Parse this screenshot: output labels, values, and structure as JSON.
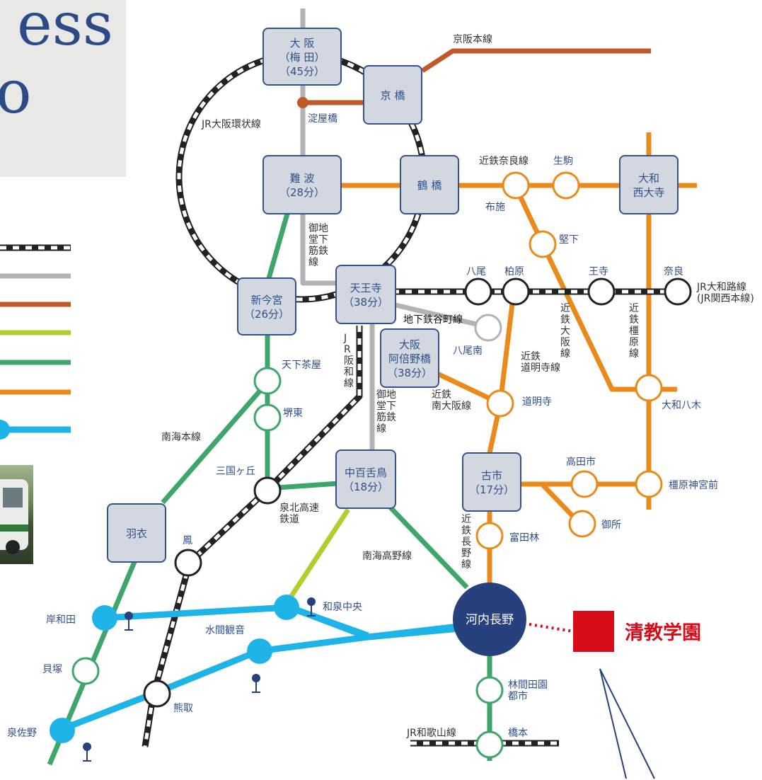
{
  "header": {
    "line1": "ess",
    "line2": "o"
  },
  "colors": {
    "jr": "#222222",
    "subway": "#b3b3b3",
    "keihan": "#c0592a",
    "senboku": "#b5cc2e",
    "nankai": "#3ea56b",
    "kintetsu": "#ea8a1a",
    "bus": "#1eb4e8",
    "destination": "#d70c18",
    "hub": "#27417f",
    "station_text": "#2f4f8a",
    "box_fill": "#d3d8e0",
    "box_border": "#34538d"
  },
  "legend_swatches": [
    "jr",
    "subway",
    "keihan",
    "senboku",
    "nankai",
    "kintetsu",
    "bus"
  ],
  "boxes": {
    "osaka": [
      "大 阪",
      "（梅 田）",
      "（45分）"
    ],
    "kyobashi": [
      "京 橋"
    ],
    "namba": [
      "難 波",
      "（28分）"
    ],
    "tsuruhashi": [
      "鶴 橋"
    ],
    "yamato_saidaiji": [
      "大和",
      "西大寺"
    ],
    "tennoji": [
      "天王寺",
      "（38分）"
    ],
    "shinimamiya": [
      "新今宮",
      "（26分）"
    ],
    "abeno": [
      "大阪",
      "阿倍野橋",
      "（38分）"
    ],
    "nakamozu": [
      "中百舌鳥",
      "（18分）"
    ],
    "furuichi": [
      "古市",
      "（17分）"
    ],
    "hagoromo": [
      "羽衣"
    ]
  },
  "hub": {
    "label": "河内長野"
  },
  "destination": {
    "label": "清教学園"
  },
  "stations": {
    "yodoyabashi": "淀屋橋",
    "ikoma": "生駒",
    "fuse": "布施",
    "kataShita": "堅下",
    "yao": "八尾",
    "kashiwara": "柏原",
    "oji": "王寺",
    "nara": "奈良",
    "yaominami": "八尾南",
    "domyoji": "道明寺",
    "yamato_yagi": "大和八木",
    "tengachaya": "天下茶屋",
    "sakaihigashi": "堺東",
    "mikunigaoka": "三国ヶ丘",
    "takadashi": "高田市",
    "kashiharajingumae": "橿原神宮前",
    "gose": "御所",
    "tondabayashi": "富田林",
    "otori": "鳳",
    "izumichuo": "和泉中央",
    "kishiwada": "岸和田",
    "mizumakannon": "水間観音",
    "kaizuka": "貝塚",
    "kumatori": "熊取",
    "izumisano": "泉佐野",
    "rinkan": "林間田園\n都市",
    "hashimoto": "橋本"
  },
  "lines": {
    "keihan": "京阪本線",
    "loop": "JR大阪環状線",
    "kintetsu_nara": "近鉄奈良線",
    "midosuji1": "御地\n堂下\n筋鉄\n線",
    "yamatoji": "JR大和路線\n(JR関西本線)",
    "tanimachi": "地下鉄谷町線",
    "hanwa": "J\nR\n阪\n和\n線",
    "midosuji2": "御地\n堂下\n筋鉄\n線",
    "osaka_line": "近\n鉄\n大\n阪\n線",
    "kashihara_line": "近\n鉄\n橿\n原\n線",
    "domyoji_line": "近鉄\n道明寺線",
    "minami_osaka": "近鉄\n南大阪線",
    "nankai_main": "南海本線",
    "senboku": "泉北高速\n鉄道",
    "nankai_koya": "南海高野線",
    "nagano_line": "近\n鉄\n長\n野\n線",
    "wakayama": "JR和歌山線"
  }
}
